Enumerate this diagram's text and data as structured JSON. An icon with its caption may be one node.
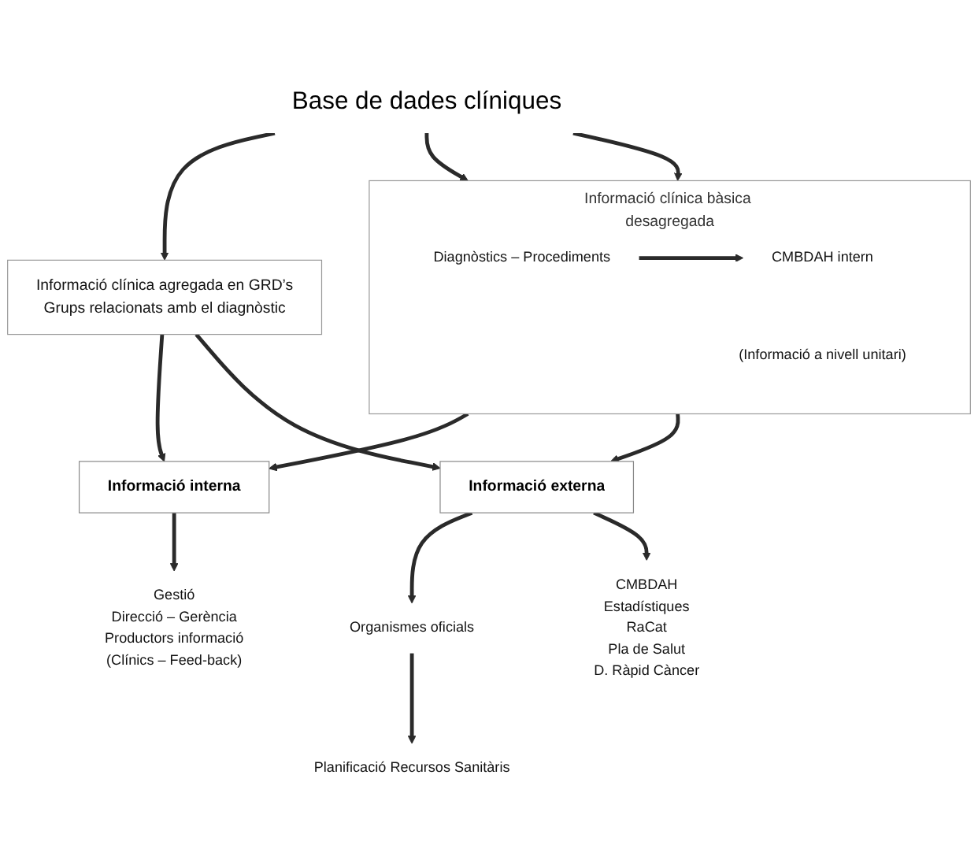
{
  "diagram": {
    "nodes": [
      {
        "text": [
          "Base de dades clíniques"
        ]
      },
      {
        "text": [
          "Informació clínica bàsica desagregada"
        ]
      },
      {
        "text": [
          "Diagnòstics – Procediments"
        ],
        "in": 1
      },
      {
        "text": [
          "CMBDAH intern"
        ],
        "in": 1
      },
      {
        "text": [
          "(Informació a nivell unitari)"
        ],
        "in": 1
      },
      {
        "text": [
          "Informació clínica agregada en GRD’s",
          "Grups relacionats amb el diagnòstic"
        ]
      },
      {
        "text": [
          "Informació interna"
        ]
      },
      {
        "text": [
          "Informació externa"
        ]
      },
      {
        "text": [
          "Organismes oficials"
        ]
      },
      {
        "text": [
          "Gestió",
          "Direcció – Gerència",
          "Productors informació",
          "(Clínics – Feed-back)"
        ]
      },
      {
        "text": [
          "CMBDAH",
          "Estadístiques",
          "RaCat",
          "Pla de Salut",
          "D. Ràpid Càncer"
        ]
      },
      {
        "text": [
          "Planificació Recursos Sanitàris"
        ]
      }
    ],
    "edges": [
      {
        "from": 0,
        "to": 1,
        "arrow": "to"
      },
      {
        "from": 0,
        "to": 1,
        "arrow": "to"
      },
      {
        "from": 0,
        "to": 5,
        "arrow": "to"
      },
      {
        "from": 2,
        "to": 3,
        "arrow": "to"
      },
      {
        "from": 1,
        "to": 6,
        "arrow": "to"
      },
      {
        "from": 1,
        "to": 7,
        "arrow": "to"
      },
      {
        "from": 5,
        "to": 6,
        "arrow": "to"
      },
      {
        "from": 5,
        "to": 7,
        "arrow": "to"
      },
      {
        "from": 7,
        "to": 8,
        "arrow": "to"
      },
      {
        "from": 6,
        "to": 9,
        "arrow": "to"
      },
      {
        "from": 7,
        "to": 10,
        "arrow": "to"
      },
      {
        "from": 8,
        "to": 11,
        "arrow": "to"
      }
    ]
  }
}
